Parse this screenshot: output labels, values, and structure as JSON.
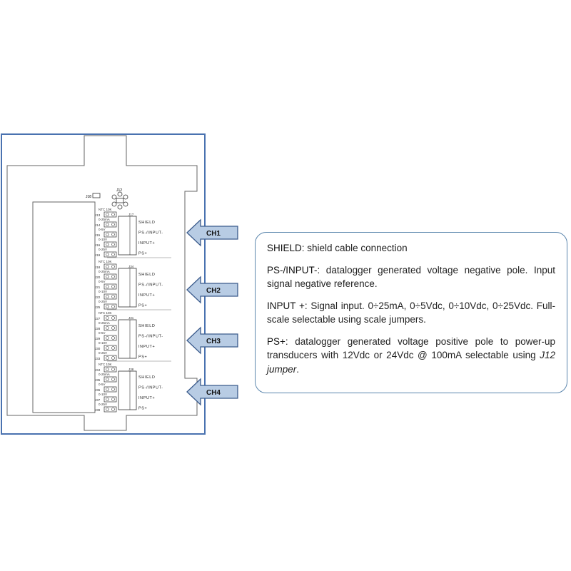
{
  "colors": {
    "board_outline": "#4a72b0",
    "arrow_fill": "#b8cce4",
    "arrow_stroke": "#3b5b8c",
    "legend_border": "#5b86ad"
  },
  "board": {
    "header_jumper": "J18",
    "header_top": "J12",
    "channels": [
      {
        "label": "CH1",
        "connector": "J17",
        "terminals": [
          "SHIELD",
          "PS-/INPUT-",
          "INPUT+",
          "PS+"
        ],
        "jumpers": [
          {
            "label": "NTC 10K",
            "ref": "J13"
          },
          {
            "label": "0-25mA",
            "ref": "J14"
          },
          {
            "label": "0-5V",
            "ref": "J15"
          },
          {
            "label": "0-10V",
            "ref": "J16"
          },
          {
            "label": "0-25V",
            "ref": "J19"
          }
        ]
      },
      {
        "label": "CH2",
        "connector": "J34",
        "terminals": [
          "SHIELD",
          "PS-/INPUT-",
          "INPUT+",
          "PS+"
        ],
        "jumpers": [
          {
            "label": "NTC 10K",
            "ref": "J18"
          },
          {
            "label": "0-25mA",
            "ref": "J20"
          },
          {
            "label": "0-5V",
            "ref": "J21"
          },
          {
            "label": "0-10V",
            "ref": "J22"
          },
          {
            "label": "0-25V",
            "ref": "J25"
          }
        ]
      },
      {
        "label": "CH3",
        "connector": "J31",
        "terminals": [
          "SHIELD",
          "PS-/INPUT-",
          "INPUT+",
          "PS+"
        ],
        "jumpers": [
          {
            "label": "NTC 10K",
            "ref": "J27"
          },
          {
            "label": "0-25mA",
            "ref": "J28"
          },
          {
            "label": "0-5V",
            "ref": "J29"
          },
          {
            "label": "0-10V",
            "ref": "J30"
          },
          {
            "label": "0-25V",
            "ref": "J33"
          }
        ]
      },
      {
        "label": "CH4",
        "connector": "J38",
        "terminals": [
          "SHIELD",
          "PS-/INPUT-",
          "INPUT+",
          "PS+"
        ],
        "jumpers": [
          {
            "label": "NTC 10K",
            "ref": "J34"
          },
          {
            "label": "0-25mA",
            "ref": "J35"
          },
          {
            "label": "0-5V",
            "ref": "J36"
          },
          {
            "label": "0-10V",
            "ref": "J37"
          },
          {
            "label": "0-25V",
            "ref": "J39"
          }
        ]
      }
    ]
  },
  "legend": {
    "shield": {
      "term": "SHIELD",
      "text": ": shield cable connection"
    },
    "ps_minus": {
      "term": "PS-/INPUT-",
      "text": ": datalogger generated voltage negative pole. Input signal negative reference."
    },
    "input_plus": {
      "term": "INPUT +",
      "text": ": Signal input. 0÷25mA, 0÷5Vdc, 0÷10Vdc, 0÷25Vdc. Full-scale selectable using scale jumpers."
    },
    "ps_plus": {
      "term": "PS+",
      "text": ": datalogger generated voltage positive pole to power-up transducers with 12Vdc or 24Vdc @ 100mA selectable using ",
      "emph": "J12 jumper",
      "tail": "."
    }
  }
}
